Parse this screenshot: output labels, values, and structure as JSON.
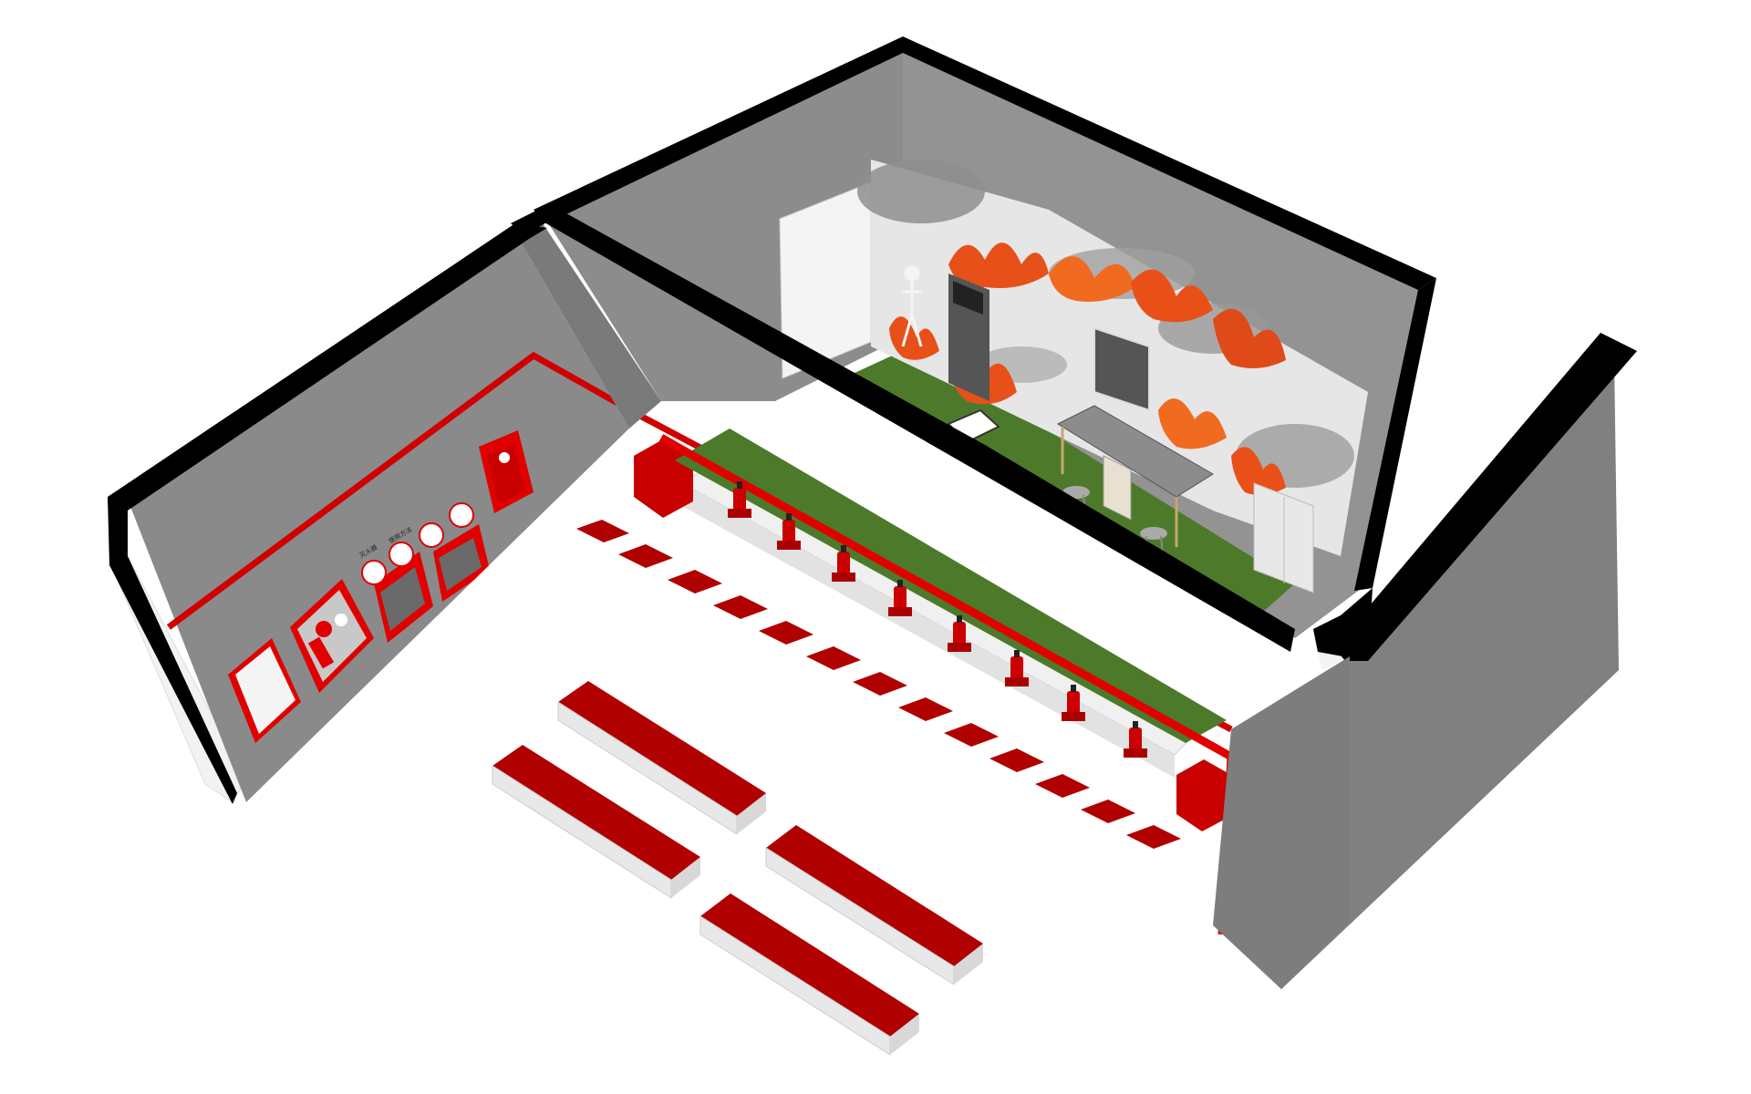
{
  "scene": {
    "description_kind": "isometric-3d-render",
    "colors": {
      "background": "#ffffff",
      "wall_top": "#000000",
      "wall_inner": "#8a8a8a",
      "wall_outer": "#7d7d7d",
      "accent_red": "#b00000",
      "bright_red": "#e00000",
      "floor_white": "#ffffff",
      "floor_green": "#4d7a2a",
      "fire_orange": "#e8501a",
      "smoke_gray": "#9a9a9a"
    },
    "left_room": {
      "wall_signs": {
        "sign_1": "灭火器",
        "sign_2": "使用方法"
      }
    },
    "fire_room": {
      "icons": [
        "flame-icon",
        "smoke-icon",
        "skeleton-icon",
        "stool-icon",
        "table-icon",
        "cabinet-icon"
      ]
    },
    "extinguishers_count": 8,
    "benches_count": 4,
    "floor_stripes_count": 13
  }
}
